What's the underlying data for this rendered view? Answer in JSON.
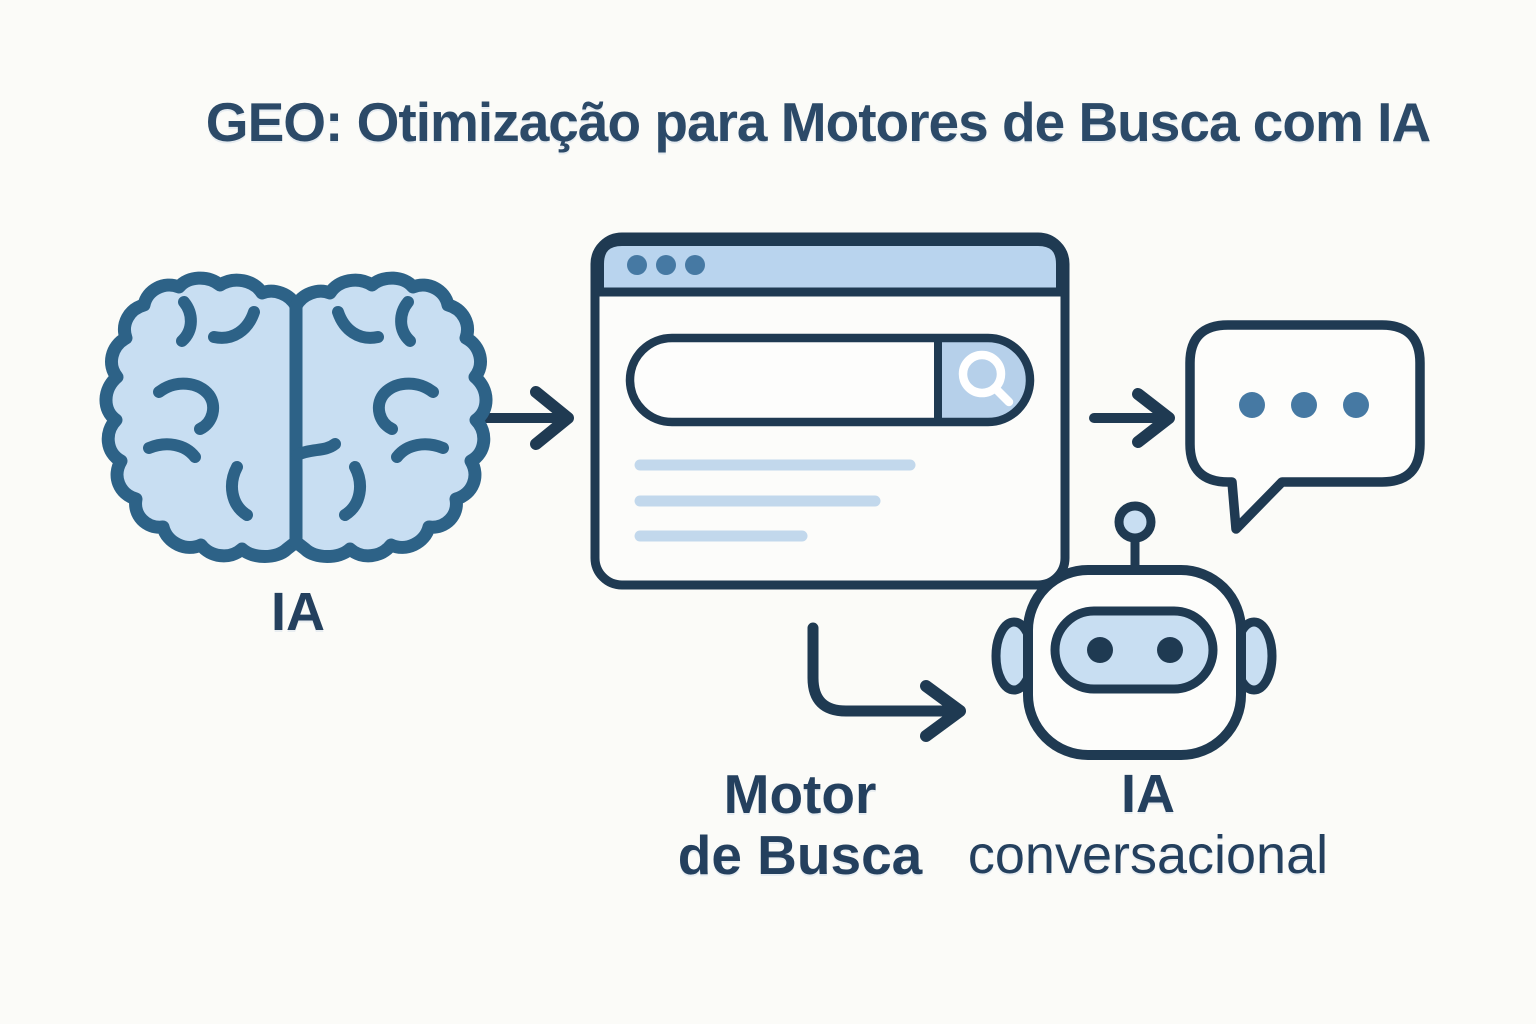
{
  "title": "GEO: Otimização para Motores de Busca com IA",
  "labels": {
    "brain": "IA",
    "search_engine": {
      "line1": "Motor",
      "line2": "de Busca"
    },
    "conversational_ai": {
      "line1": "IA",
      "line2": "conversacional"
    }
  },
  "icons": {
    "left_node": "brain-icon",
    "center_node": "browser-window-icon",
    "search_button": "magnifier-icon",
    "right_node": "chat-bubble-icon",
    "bottom_node": "robot-icon",
    "connectors": [
      "arrow-right-icon",
      "arrow-right-icon",
      "elbow-arrow-down-right-icon"
    ]
  },
  "colors": {
    "background": "#fbfbf8",
    "outline_navy": "#1f3a52",
    "brain_stroke": "#2d6287",
    "light_blue_fill": "#c8def2",
    "titlebar_blue": "#b9d4ee",
    "button_blue": "#b6d0ea",
    "dot_blue": "#4679a3",
    "result_line_blue": "#c2d8ec",
    "text_navy": "#27425f"
  }
}
